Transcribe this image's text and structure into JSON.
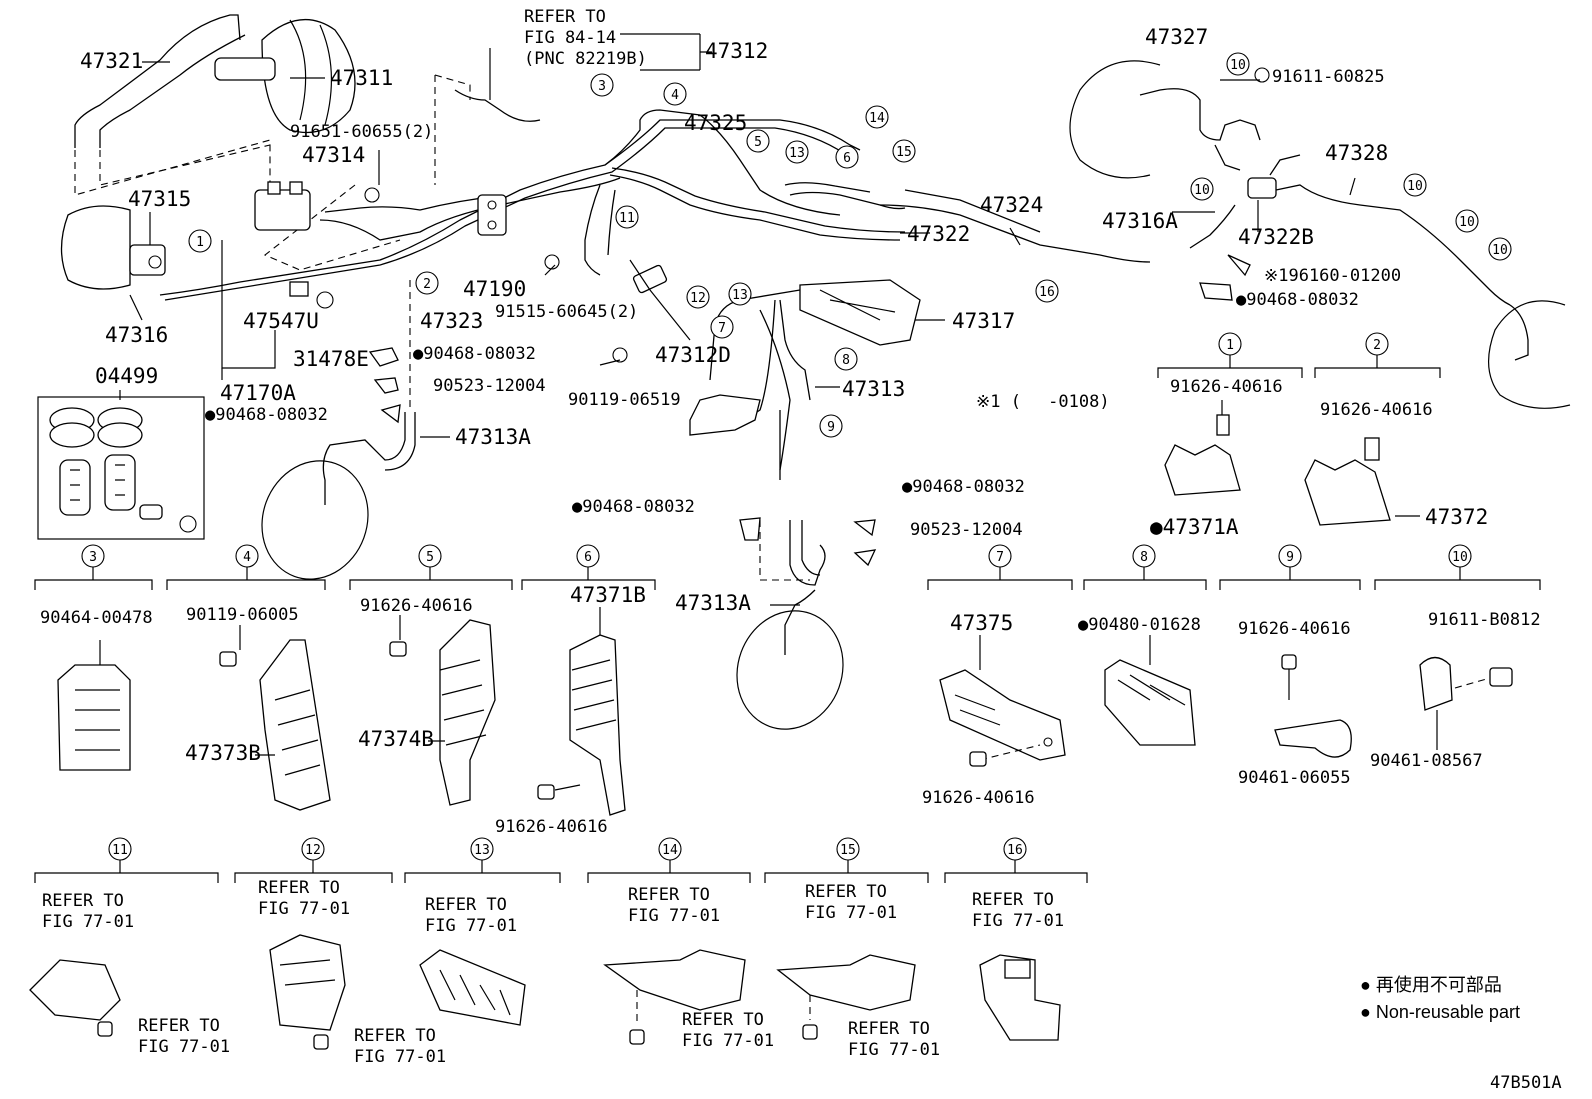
{
  "diagram": {
    "code": "47B501A",
    "legend": {
      "jp": "● 再使用不可部品",
      "en": "● Non-reusable part"
    },
    "note_date": "※1 (　 -0108)",
    "refer_top": [
      "REFER TO",
      "FIG 84-14",
      "(PNC 82219B)"
    ],
    "main_labels": {
      "p47321": "47321",
      "p47311": "47311",
      "p47312": "47312",
      "p47327": "47327",
      "p91611_60825": "91611-60825",
      "p91651_60655": "91651-60655(2)",
      "p47314": "47314",
      "p47325": "47325",
      "p47328": "47328",
      "p47315": "47315",
      "p47322": "47322",
      "p47324": "47324",
      "p47316A": "47316A",
      "p47322B": "47322B",
      "p47190": "47190",
      "p91515_60645": "91515-60645(2)",
      "p96160": "※196160-01200",
      "p90468_a": "●90468-08032",
      "p47316": "47316",
      "p47547U": "47547U",
      "p47323": "47323",
      "p47317": "47317",
      "p31478E": "31478E",
      "p90468_b": "●90468-08032",
      "p47312D": "47312D",
      "p04499": "04499",
      "p47170A": "47170A",
      "p90523_a": "90523-12004",
      "p47313": "47313",
      "p90119_06519": "90119-06519",
      "p90468_c": "●90468-08032",
      "p47313A_a": "47313A",
      "p90468_d": "●90468-08032",
      "p90468_e": "●90468-08032",
      "p90523_b": "90523-12004",
      "p47313A_b": "47313A"
    },
    "callouts": [
      "1",
      "2",
      "3",
      "4",
      "5",
      "6",
      "7",
      "8",
      "9",
      "10",
      "11",
      "12",
      "13",
      "14",
      "15",
      "16"
    ],
    "detail_1": {
      "num": "1",
      "bolt": "91626-40616",
      "clamp": "●47371A"
    },
    "detail_2": {
      "num": "2",
      "bolt": "91626-40616",
      "clamp": "47372"
    },
    "detail_3": {
      "num": "3",
      "part": "90464-00478"
    },
    "detail_4": {
      "num": "4",
      "bolt": "90119-06005",
      "clamp": "47373B"
    },
    "detail_5": {
      "num": "5",
      "bolt": "91626-40616",
      "clamp": "47374B"
    },
    "detail_6": {
      "num": "6",
      "clamp": "47371B",
      "bolt": "91626-40616"
    },
    "detail_7": {
      "num": "7",
      "clamp": "47375",
      "bolt": "91626-40616"
    },
    "detail_8": {
      "num": "8",
      "part": "●90480-01628"
    },
    "detail_9": {
      "num": "9",
      "bolt": "91626-40616",
      "clamp": "90461-06055"
    },
    "detail_10": {
      "num": "10",
      "bolt": "91611-B0812",
      "clamp": "90461-08567"
    },
    "refer_l1": "REFER TO",
    "refer_l2": "FIG 77-01"
  }
}
